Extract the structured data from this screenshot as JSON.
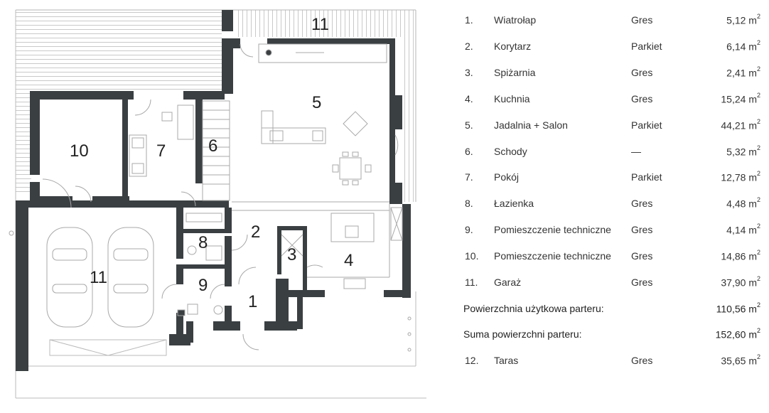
{
  "rooms": [
    {
      "no": "1.",
      "name": "Wiatrołap",
      "floor": "Gres",
      "area": "5,12 m",
      "unit_exp": "2"
    },
    {
      "no": "2.",
      "name": "Korytarz",
      "floor": "Parkiet",
      "area": "6,14 m",
      "unit_exp": "2"
    },
    {
      "no": "3.",
      "name": "Spiżarnia",
      "floor": "Gres",
      "area": "2,41 m",
      "unit_exp": "2"
    },
    {
      "no": "4.",
      "name": "Kuchnia",
      "floor": "Gres",
      "area": "15,24 m",
      "unit_exp": "2"
    },
    {
      "no": "5.",
      "name": "Jadalnia + Salon",
      "floor": "Parkiet",
      "area": "44,21 m",
      "unit_exp": "2"
    },
    {
      "no": "6.",
      "name": "Schody",
      "floor": "—",
      "area": "5,32 m",
      "unit_exp": "2"
    },
    {
      "no": "7.",
      "name": "Pokój",
      "floor": "Parkiet",
      "area": "12,78 m",
      "unit_exp": "2"
    },
    {
      "no": "8.",
      "name": "Łazienka",
      "floor": "Gres",
      "area": "4,48 m",
      "unit_exp": "2"
    },
    {
      "no": "9.",
      "name": "Pomieszczenie techniczne",
      "floor": "Gres",
      "area": "4,14 m",
      "unit_exp": "2"
    },
    {
      "no": "10.",
      "name": "Pomieszczenie techniczne",
      "floor": "Gres",
      "area": "14,86 m",
      "unit_exp": "2"
    },
    {
      "no": "11.",
      "name": "Garaż",
      "floor": "Gres",
      "area": "37,90 m",
      "unit_exp": "2"
    }
  ],
  "summary": {
    "usable_label": "Powierzchnia użytkowa parteru:",
    "usable_value": "110,56 m",
    "total_label": "Suma powierzchni parteru:",
    "total_value": "152,60 m",
    "unit_exp": "2"
  },
  "terrace": {
    "no": "12.",
    "name": "Taras",
    "floor": "Gres",
    "area": "35,65 m",
    "unit_exp": "2"
  },
  "plan_labels": {
    "r1": "1",
    "r2": "2",
    "r3": "3",
    "r4": "4",
    "r5": "5",
    "r6": "6",
    "r7": "7",
    "r8": "8",
    "r9": "9",
    "r10": "10",
    "r11_garage": "11",
    "r11_top": "11"
  },
  "colors": {
    "wall": "#3a3f42",
    "line": "#9a9a9a",
    "text": "#333333"
  }
}
